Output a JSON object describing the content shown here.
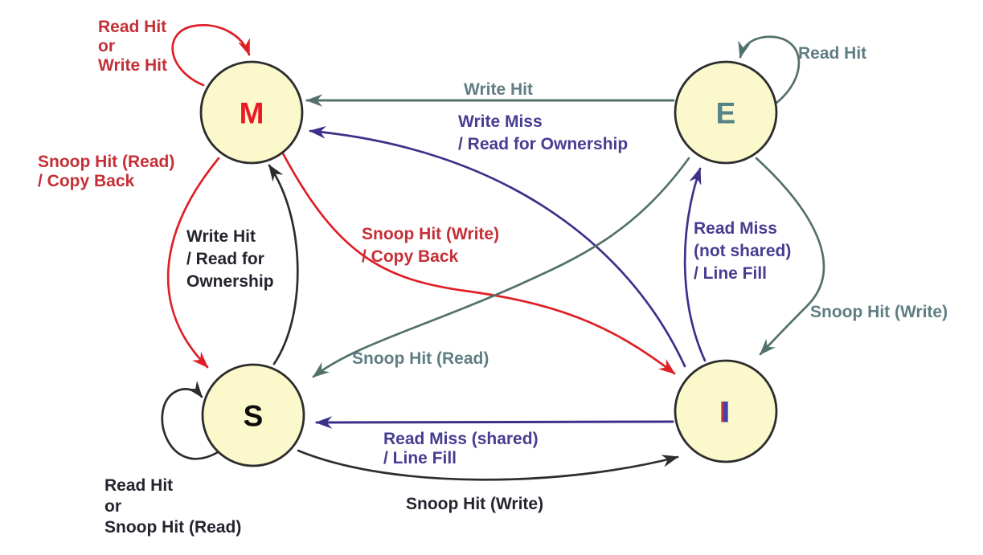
{
  "colors": {
    "node_fill": "#fbf9cb",
    "node_border": "#2d2d2d",
    "red": "#de1f26",
    "red_text": "#c43037",
    "slate": "#53716c",
    "slate_text": "#5f7d82",
    "purple": "#3c3189",
    "purple_text": "#473d91",
    "black": "#2d2d2d",
    "dark_text": "#24242e",
    "m_letter": "#e91a28",
    "e_letter": "#578387",
    "s_letter": "#0c0c0c",
    "i_letter_main": "#4440ab",
    "i_letter_shadow": "#bf3440"
  },
  "nodes": [
    {
      "id": "M",
      "label": "M"
    },
    {
      "id": "E",
      "label": "E"
    },
    {
      "id": "S",
      "label": "S"
    },
    {
      "id": "I",
      "label": "I"
    }
  ],
  "labels": {
    "m_self_loop": {
      "from": "M",
      "to": "M",
      "color": "red",
      "lines": [
        "Read Hit",
        "or",
        "Write Hit"
      ]
    },
    "e_self_loop": {
      "from": "E",
      "to": "E",
      "color": "slate",
      "lines": [
        "Read Hit"
      ]
    },
    "e_to_m": {
      "from": "E",
      "to": "M",
      "color": "slate",
      "lines": [
        "Write Hit"
      ]
    },
    "i_to_m": {
      "from": "I",
      "to": "M",
      "color": "purple",
      "lines": [
        "Write Miss",
        "/ Read for Ownership"
      ]
    },
    "m_to_s": {
      "from": "M",
      "to": "S",
      "color": "red",
      "lines": [
        "Snoop Hit (Read)",
        "/ Copy Back"
      ]
    },
    "s_to_m": {
      "from": "S",
      "to": "M",
      "color": "black",
      "lines": [
        "Write Hit",
        "/ Read for",
        "Ownership"
      ]
    },
    "m_to_i": {
      "from": "M",
      "to": "I",
      "color": "red",
      "lines": [
        "Snoop Hit (Write)",
        "/ Copy Back"
      ]
    },
    "i_to_e": {
      "from": "I",
      "to": "E",
      "color": "purple",
      "lines": [
        "Read Miss",
        "(not shared)",
        "/ Line Fill"
      ]
    },
    "e_to_i": {
      "from": "E",
      "to": "I",
      "color": "slate",
      "lines": [
        "Snoop Hit (Write)"
      ]
    },
    "e_to_s": {
      "from": "E",
      "to": "S",
      "color": "slate",
      "lines": [
        "Snoop Hit (Read)"
      ]
    },
    "i_to_s": {
      "from": "I",
      "to": "S",
      "color": "purple",
      "lines": [
        "Read Miss (shared)",
        "/ Line Fill"
      ]
    },
    "s_to_i": {
      "from": "S",
      "to": "I",
      "color": "black",
      "lines": [
        "Snoop Hit (Write)"
      ]
    },
    "s_self_loop": {
      "from": "S",
      "to": "S",
      "color": "black",
      "lines": [
        "Read Hit",
        "or",
        "Snoop Hit (Read)"
      ]
    }
  }
}
